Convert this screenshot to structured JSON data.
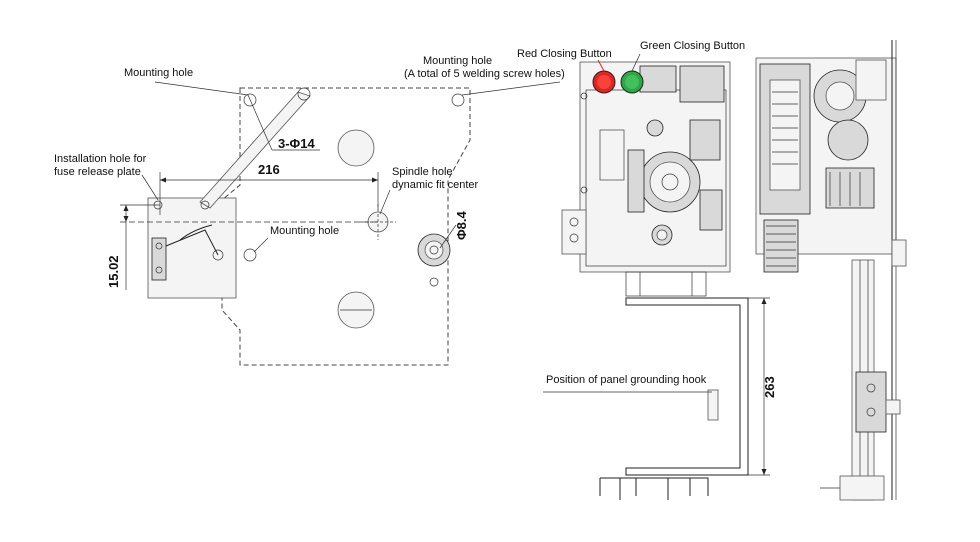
{
  "labels": {
    "mounting_hole_top_left": "Mounting hole",
    "mounting_hole_top_right_line1": "Mounting hole",
    "mounting_hole_top_right_line2": "(A total of 5 welding screw holes)",
    "red_closing_button": "Red Closing Button",
    "green_closing_button": "Green Closing Button",
    "installation_hole_line1": "Installation hole for",
    "installation_hole_line2": "fuse release plate",
    "spindle_hole_line1": "Spindle hole",
    "spindle_hole_line2": "dynamic fit center",
    "mounting_hole_mid": "Mounting hole",
    "panel_grounding_hook": "Position of panel grounding hook"
  },
  "dimensions": {
    "hole_callout": "3-Φ14",
    "width": "216",
    "height_left": "15.02",
    "diameter": "Φ8.4",
    "height_right": "263"
  },
  "colors": {
    "red_button": "#e8231f",
    "green_button": "#2aa845"
  }
}
